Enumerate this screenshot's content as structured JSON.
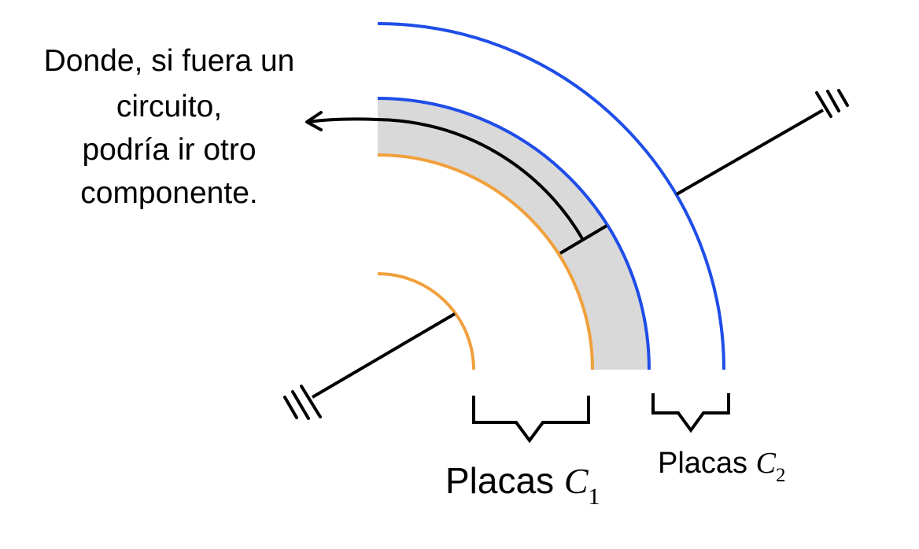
{
  "annotation": {
    "lines": [
      "Donde, si fuera un",
      "circuito,",
      "podría ir otro",
      "componente."
    ]
  },
  "labels": {
    "c1": {
      "text": "Placas ",
      "symbol": "C",
      "subscript": "1"
    },
    "c2": {
      "text": "Placas ",
      "symbol": "C",
      "subscript": "2"
    }
  },
  "colors": {
    "inner_plate": "#f0a03c",
    "outer_plate": "#1f4de8",
    "dielectric": "#d9d9d9",
    "wire": "#000000"
  }
}
